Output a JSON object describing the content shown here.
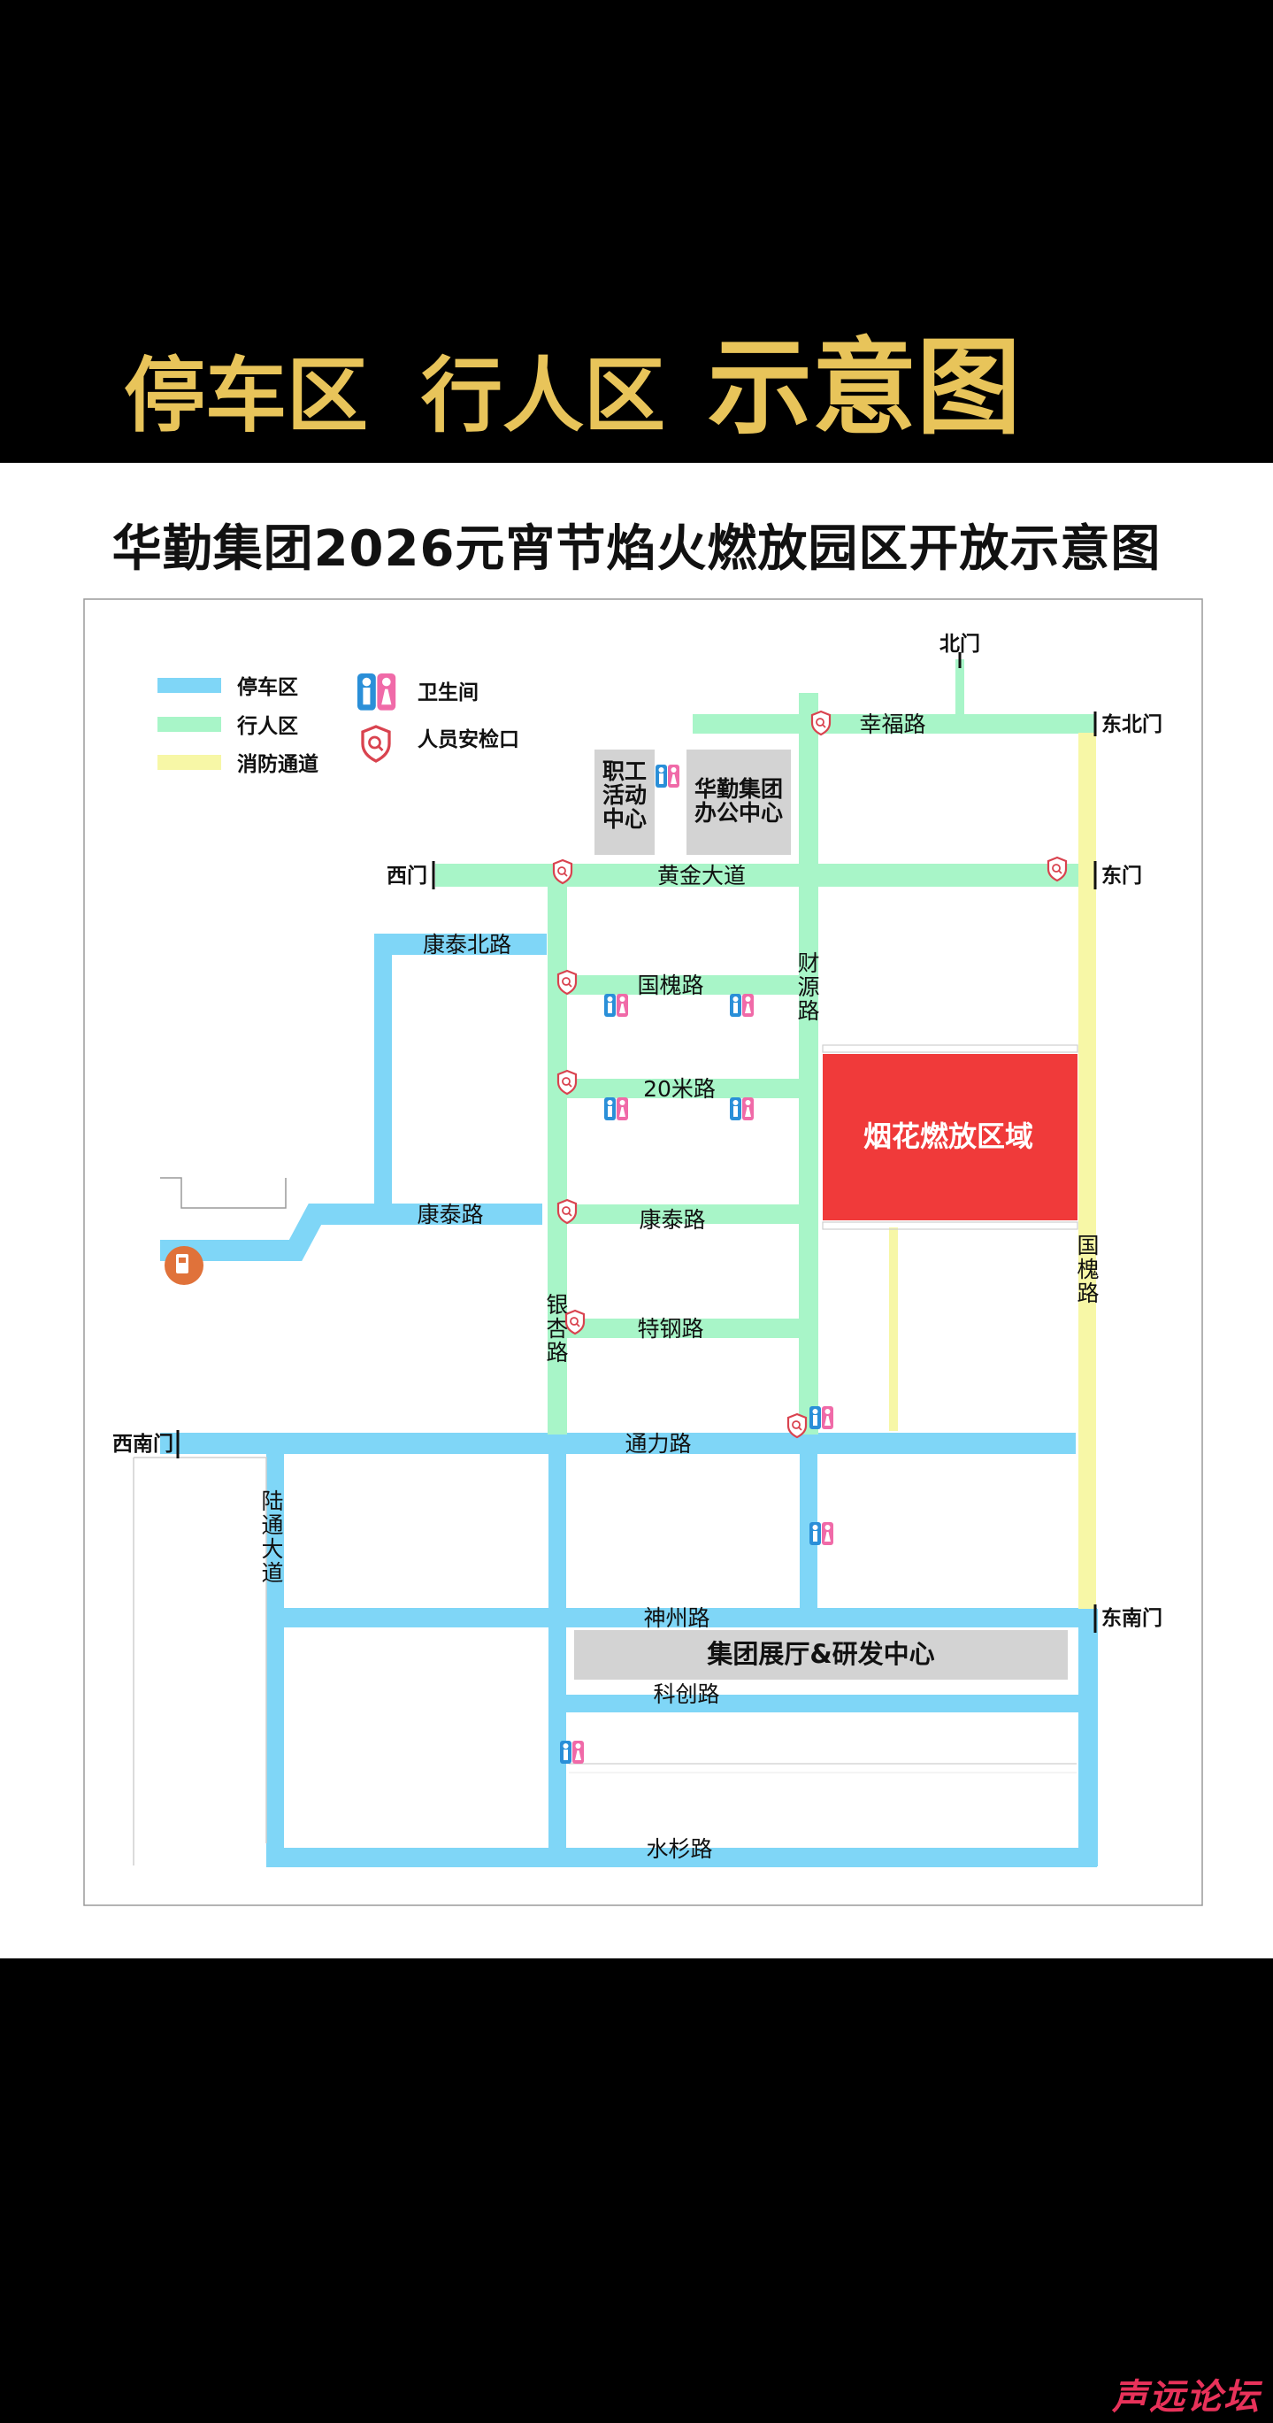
{
  "banner": {
    "part1": "停车区",
    "part2": "行人区",
    "part3": "示意图"
  },
  "title": "华勤集团2026元宵节焰火燃放园区开放示意图",
  "legend": {
    "parking": "停车区",
    "pedestrian": "行人区",
    "fire_lane": "消防通道",
    "restroom": "卫生间",
    "security": "人员安检口"
  },
  "colors": {
    "parking": "#7fd6f7",
    "pedestrian": "#a8f5c8",
    "fire_lane": "#f7f7a6",
    "fireworks": "#f03a3a",
    "building": "#d3d3d3",
    "banner_text": "#e8c45a",
    "restroom_male": "#2a8fd8",
    "restroom_female": "#f06aa8",
    "security": "#d9434f"
  },
  "gates": {
    "north": "北门",
    "northeast": "东北门",
    "east": "东门",
    "west": "西门",
    "southwest": "西南门",
    "southeast": "东南门"
  },
  "roads": {
    "xingfu": "幸福路",
    "huangjin": "黄金大道",
    "kangtai_north": "康泰北路",
    "guohuai": "国槐路",
    "caiyuan": "财源路",
    "ershimi": "20米路",
    "kangtai_west": "康泰路",
    "kangtai_east": "康泰路",
    "yinxing": "银杏路",
    "tegang": "特钢路",
    "tongli": "通力路",
    "lutong": "陆通大道",
    "guohuai_vertical": "国槐路",
    "shenzhou": "神州路",
    "kechuang": "科创路",
    "shuishan": "水杉路"
  },
  "buildings": {
    "staff_center": "职工活动中心",
    "office": "华勤集团办公中心",
    "exhibition": "集团展厅&研发中心"
  },
  "zones": {
    "fireworks": "烟花燃放区域"
  },
  "watermark": "声远论坛"
}
